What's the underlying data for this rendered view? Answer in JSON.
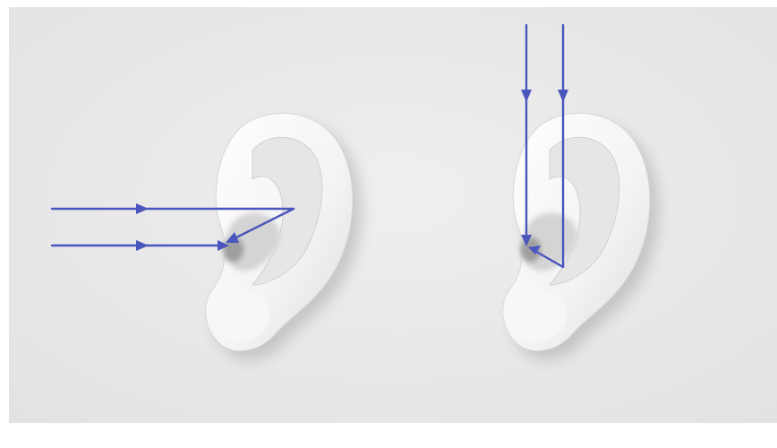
{
  "diagram": {
    "panels": [
      {
        "id": "left",
        "ear": "right-ear-side-view",
        "sound_source": "front-horizontal",
        "rays": 2
      },
      {
        "id": "right",
        "ear": "right-ear-side-view",
        "sound_source": "above-vertical",
        "rays": 2
      }
    ],
    "colors": {
      "background": "#e9e9e9",
      "ear": "#f6f6f6",
      "ray": "#4a55bd"
    }
  }
}
